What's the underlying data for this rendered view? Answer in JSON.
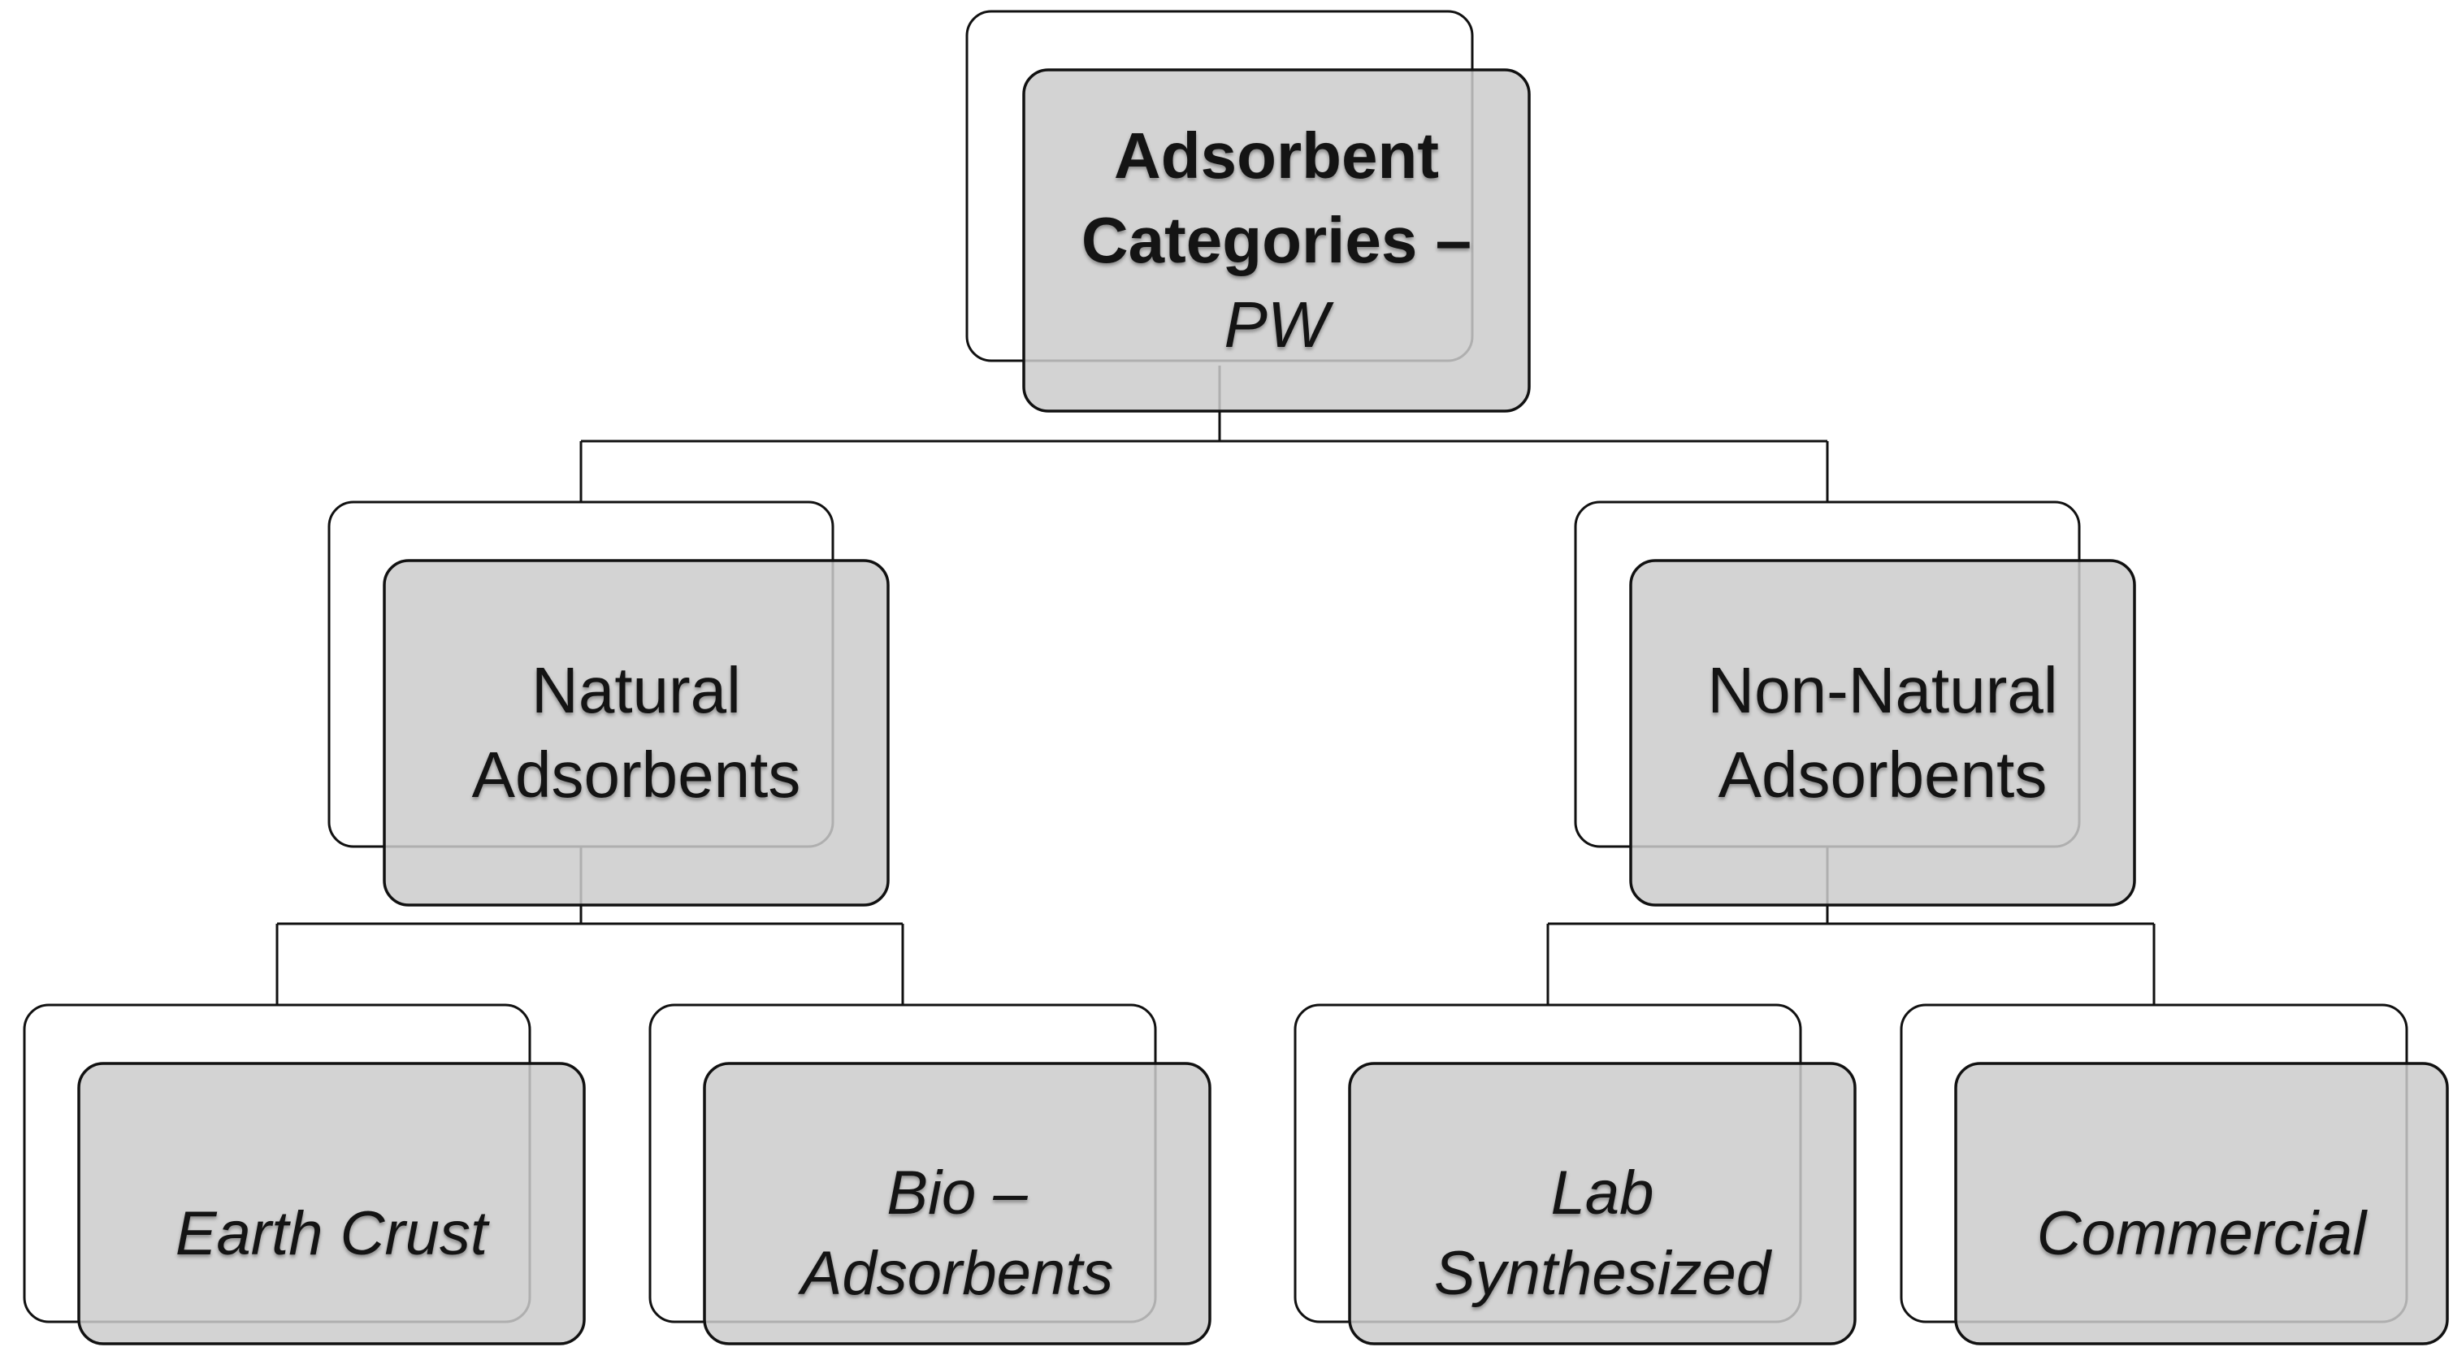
{
  "diagram_title": "Adsorbent Categories – PW",
  "colors": {
    "node_fill": "#cbcbcb",
    "node_back_fill": "#ffffff",
    "node_border": "#111111",
    "connector": "#111111",
    "text": "#141414"
  },
  "nodes": {
    "root": {
      "line1": "Adsorbent",
      "line2": "Categories –",
      "line3": "PW"
    },
    "natural": {
      "line1": "Natural",
      "line2": "Adsorbents"
    },
    "non_natural": {
      "line1": "Non-Natural",
      "line2": "Adsorbents"
    },
    "earth_crust": {
      "line1": "Earth Crust"
    },
    "bio": {
      "line1": "Bio –",
      "line2": "Adsorbents"
    },
    "lab": {
      "line1": "Lab",
      "line2": "Synthesized"
    },
    "commercial": {
      "line1": "Commercial"
    }
  },
  "hierarchy": {
    "root": "Adsorbent Categories – PW",
    "children": [
      {
        "label": "Natural Adsorbents",
        "children": [
          "Earth Crust",
          "Bio – Adsorbents"
        ]
      },
      {
        "label": "Non-Natural Adsorbents",
        "children": [
          "Lab Synthesized",
          "Commercial"
        ]
      }
    ]
  }
}
